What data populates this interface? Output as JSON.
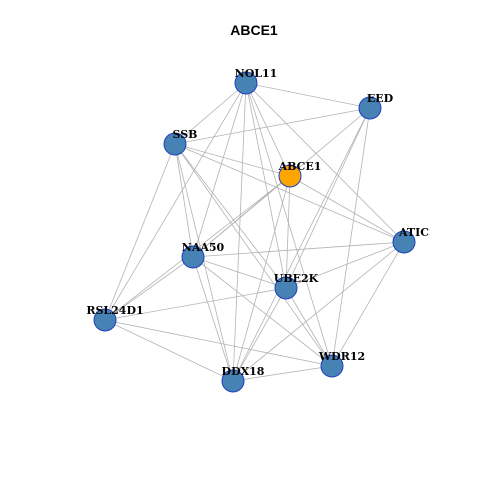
{
  "title": "ABCE1",
  "colors": {
    "node_default": "#4682b4",
    "node_focus": "#ffa500",
    "node_stroke": "#1f3fbf",
    "edge": "#b3b3b3"
  },
  "nodes": [
    {
      "id": "NOL11",
      "label": "NOL11",
      "focus": false
    },
    {
      "id": "EED",
      "label": "EED",
      "focus": false
    },
    {
      "id": "SSB",
      "label": "SSB",
      "focus": false
    },
    {
      "id": "ABCE1",
      "label": "ABCE1",
      "focus": true
    },
    {
      "id": "ATIC",
      "label": "ATIC",
      "focus": false
    },
    {
      "id": "NAA50",
      "label": "NAA50",
      "focus": false
    },
    {
      "id": "UBE2K",
      "label": "UBE2K",
      "focus": false
    },
    {
      "id": "RSL24D1",
      "label": "RSL24D1",
      "focus": false
    },
    {
      "id": "WDR12",
      "label": "WDR12",
      "focus": false
    },
    {
      "id": "DDX18",
      "label": "DDX18",
      "focus": false
    }
  ],
  "edges": [
    [
      "NOL11",
      "EED"
    ],
    [
      "NOL11",
      "SSB"
    ],
    [
      "NOL11",
      "ABCE1"
    ],
    [
      "NOL11",
      "ATIC"
    ],
    [
      "NOL11",
      "NAA50"
    ],
    [
      "NOL11",
      "UBE2K"
    ],
    [
      "NOL11",
      "RSL24D1"
    ],
    [
      "NOL11",
      "WDR12"
    ],
    [
      "NOL11",
      "DDX18"
    ],
    [
      "EED",
      "SSB"
    ],
    [
      "EED",
      "NAA50"
    ],
    [
      "EED",
      "UBE2K"
    ],
    [
      "EED",
      "WDR12"
    ],
    [
      "EED",
      "DDX18"
    ],
    [
      "SSB",
      "ABCE1"
    ],
    [
      "SSB",
      "ATIC"
    ],
    [
      "SSB",
      "NAA50"
    ],
    [
      "SSB",
      "UBE2K"
    ],
    [
      "SSB",
      "RSL24D1"
    ],
    [
      "SSB",
      "WDR12"
    ],
    [
      "SSB",
      "DDX18"
    ],
    [
      "ABCE1",
      "ATIC"
    ],
    [
      "ABCE1",
      "NAA50"
    ],
    [
      "ABCE1",
      "UBE2K"
    ],
    [
      "ABCE1",
      "RSL24D1"
    ],
    [
      "ABCE1",
      "DDX18"
    ],
    [
      "ATIC",
      "NAA50"
    ],
    [
      "ATIC",
      "UBE2K"
    ],
    [
      "ATIC",
      "WDR12"
    ],
    [
      "ATIC",
      "DDX18"
    ],
    [
      "NAA50",
      "UBE2K"
    ],
    [
      "NAA50",
      "RSL24D1"
    ],
    [
      "NAA50",
      "WDR12"
    ],
    [
      "NAA50",
      "DDX18"
    ],
    [
      "UBE2K",
      "RSL24D1"
    ],
    [
      "UBE2K",
      "WDR12"
    ],
    [
      "UBE2K",
      "DDX18"
    ],
    [
      "RSL24D1",
      "WDR12"
    ],
    [
      "RSL24D1",
      "DDX18"
    ],
    [
      "WDR12",
      "DDX18"
    ]
  ]
}
